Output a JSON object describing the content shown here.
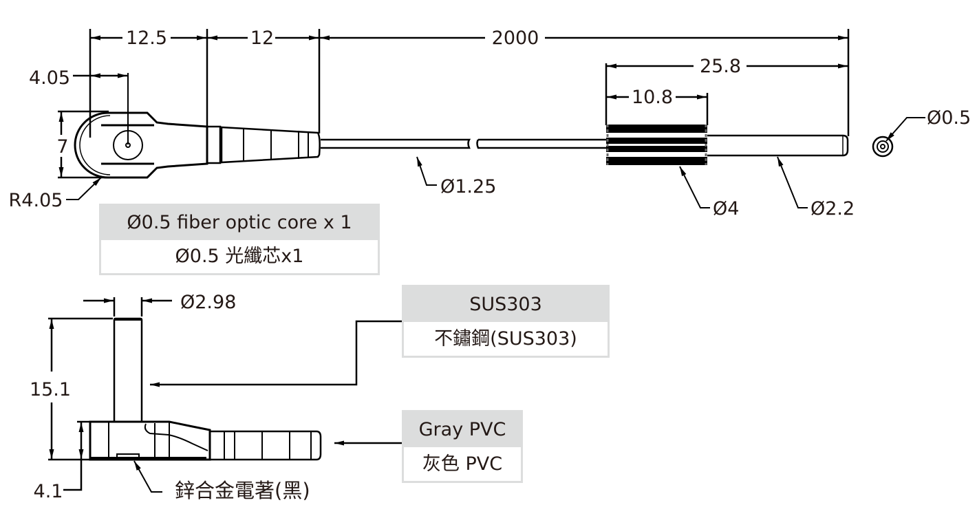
{
  "colors": {
    "line": "#000000",
    "text": "#231815",
    "label_header_bg": "#dcdddd",
    "label_body_bg": "#ffffff"
  },
  "top_view": {
    "dimensions": {
      "length_head": "12.5",
      "length_boot": "12",
      "cable_length": "2000",
      "ferrule_total": "25.8",
      "ferrule_grip": "10.8",
      "center_offset": "4.05",
      "head_height": "7",
      "head_radius": "R4.05",
      "cable_diameter": "Ø1.25",
      "grip_diameter": "Ø4",
      "tip_diameter": "Ø2.2",
      "core_diameter": "Ø0.5"
    }
  },
  "side_view": {
    "dimensions": {
      "pin_diameter": "Ø2.98",
      "overall_height": "15.1",
      "base_height": "4.1"
    },
    "notes": {
      "zinc_alloy": "鋅合金電著(黑)"
    }
  },
  "labels": {
    "fiber_core": {
      "en": "Ø0.5 fiber optic core x 1",
      "zh": "Ø0.5 光纖芯x1"
    },
    "sus303": {
      "en": "SUS303",
      "zh": "不鏽鋼(SUS303)"
    },
    "gray_pvc": {
      "en": "Gray PVC",
      "zh": "灰色 PVC"
    }
  }
}
